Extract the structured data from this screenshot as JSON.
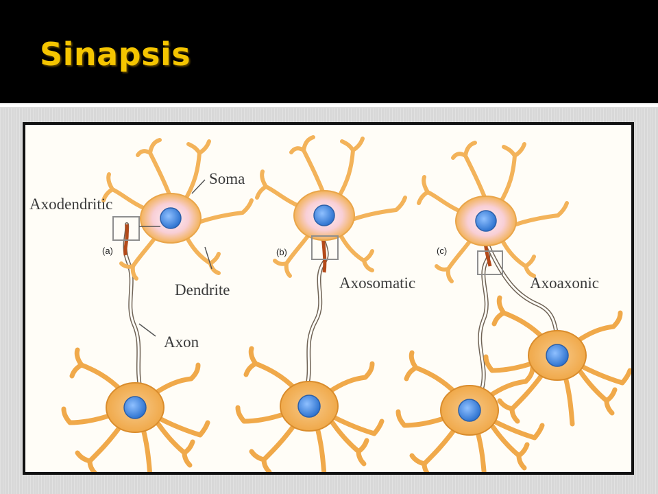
{
  "slide": {
    "title": "Sinapsis"
  },
  "diagram": {
    "labels": {
      "soma": "Soma",
      "axodendritic": "Axodendritic",
      "dendrite": "Dendrite",
      "axon": "Axon",
      "axosomatic": "Axosomatic",
      "axoaxonic": "Axoaxonic"
    },
    "panel_tags": {
      "a": "(a)",
      "b": "(b)",
      "c": "(c)"
    },
    "colors": {
      "neuron_fill": "#f3b35a",
      "soma_highlight": "#fbe4ee",
      "nucleus": "#4a8fe0",
      "axon_stroke": "#8a7a6a",
      "callout_box": "#8e8e8e"
    }
  }
}
